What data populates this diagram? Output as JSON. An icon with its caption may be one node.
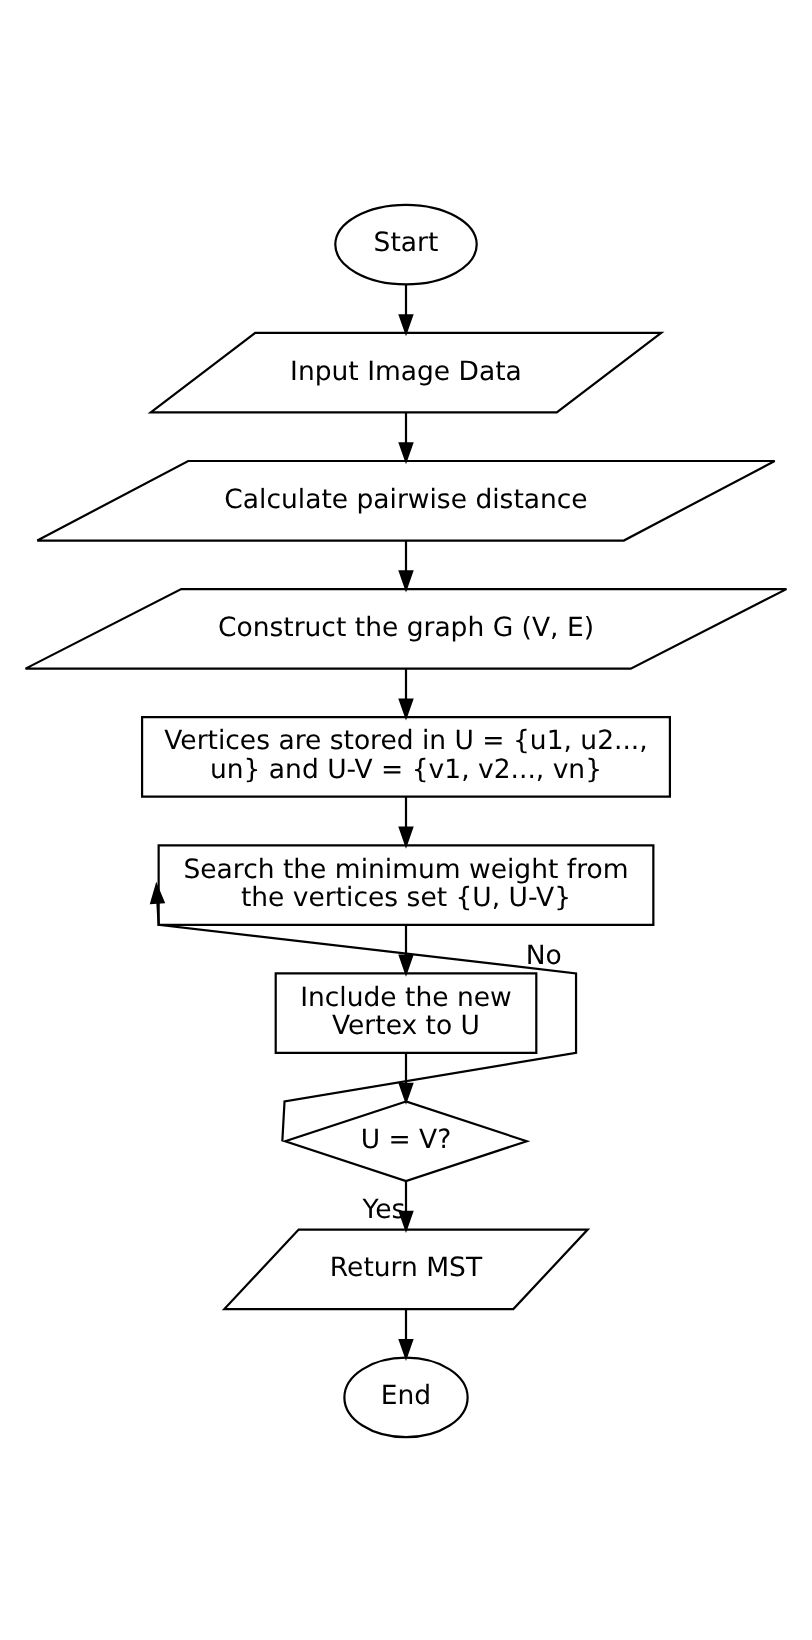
{
  "diagram": {
    "nodes": [
      {
        "text": [
          "Start"
        ]
      },
      {
        "text": [
          "Input Image Data"
        ]
      },
      {
        "text": [
          "Calculate pairwise distance"
        ]
      },
      {
        "text": [
          "Construct the graph G (V, E)"
        ]
      },
      {
        "text": [
          "Vertices are stored in U = {u1, u2..., un} and U-V = {v1, v2..., vn}"
        ]
      },
      {
        "text": [
          "Search the minimum weight from the vertices set {U, U-V}"
        ]
      },
      {
        "text": [
          "Include the new Vertex to U"
        ]
      },
      {
        "text": [
          "U = V?"
        ]
      },
      {
        "text": [
          "Return MST"
        ]
      },
      {
        "text": [
          "End"
        ]
      }
    ],
    "edges": [
      {
        "from": 0,
        "to": 1,
        "arrow": "to"
      },
      {
        "from": 1,
        "to": 2,
        "arrow": "to"
      },
      {
        "from": 2,
        "to": 3,
        "arrow": "to"
      },
      {
        "from": 3,
        "to": 4,
        "arrow": "to"
      },
      {
        "from": 4,
        "to": 5,
        "arrow": "to"
      },
      {
        "from": 5,
        "to": 6,
        "arrow": "to"
      },
      {
        "from": 6,
        "to": 7,
        "arrow": "to"
      },
      {
        "from": 7,
        "to": 5,
        "arrow": "to",
        "label": "No"
      },
      {
        "from": 7,
        "to": 8,
        "arrow": "to",
        "label": "Yes"
      },
      {
        "from": 8,
        "to": 9,
        "arrow": "to"
      }
    ]
  }
}
